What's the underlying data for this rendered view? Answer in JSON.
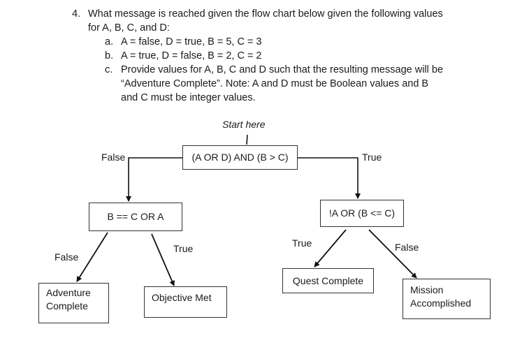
{
  "question": {
    "number": "4.",
    "line1": "What message is reached given the flow chart below given the following values",
    "line2": "for A, B, C, and D:",
    "items": [
      {
        "letter": "a.",
        "lines": [
          "A = false, D = true, B = 5, C = 3"
        ]
      },
      {
        "letter": "b.",
        "lines": [
          "A = true, D = false, B = 2, C = 2"
        ]
      },
      {
        "letter": "c.",
        "lines": [
          "Provide values for A, B, C and D such that the resulting message will be",
          "“Adventure Complete”.  Note:  A and D must be Boolean values and B",
          "and C must be integer values."
        ]
      }
    ]
  },
  "flowchart": {
    "start_label": "Start here",
    "root": {
      "condition": "(A OR D) AND (B > C)",
      "false_label": "False",
      "true_label": "True"
    },
    "left_node": {
      "condition": "B == C OR A",
      "false_label": "False",
      "true_label": "True"
    },
    "right_node": {
      "condition": "!A OR (B <= C)",
      "true_label": "True",
      "false_label": "False"
    },
    "outcomes": {
      "adventure": [
        "Adventure",
        "Complete"
      ],
      "objective": "Objective Met",
      "quest": "Quest Complete",
      "mission": [
        "Mission",
        "Accomplished"
      ]
    }
  }
}
